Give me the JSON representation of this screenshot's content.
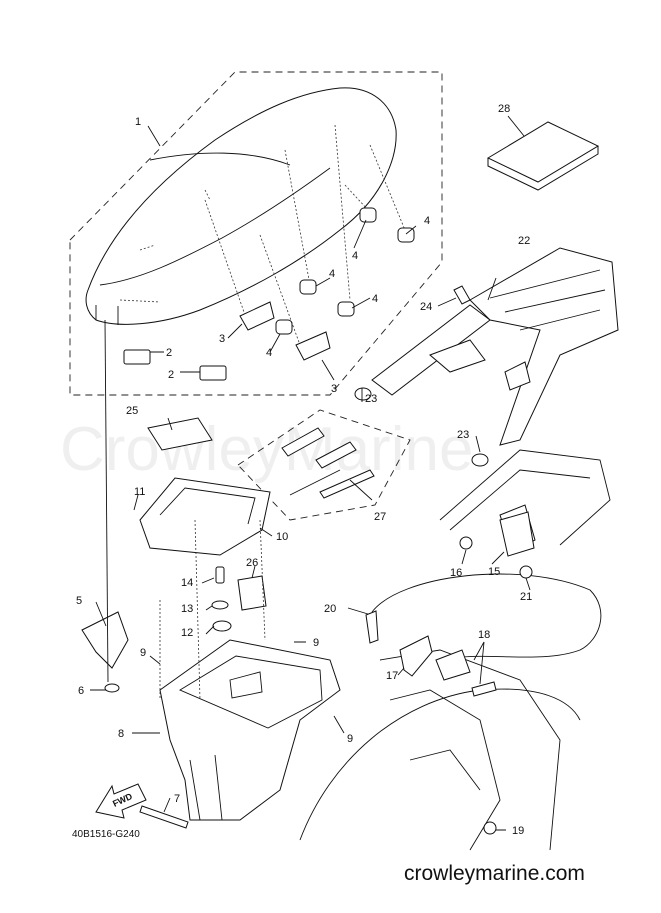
{
  "watermark": "CrowleyMarine",
  "footer": {
    "site": "crowleymarine.com",
    "diagram_code": "40B1516-G240",
    "fwd_label": "FWD"
  },
  "callouts": {
    "c1": "1",
    "c2a": "2",
    "c2b": "2",
    "c3a": "3",
    "c3b": "3",
    "c4a": "4",
    "c4b": "4",
    "c4c": "4",
    "c4d": "4",
    "c4e": "4",
    "c5": "5",
    "c6": "6",
    "c7": "7",
    "c8": "8",
    "c9a": "9",
    "c9b": "9",
    "c9c": "9",
    "c10": "10",
    "c11": "11",
    "c12": "12",
    "c13": "13",
    "c14": "14",
    "c15": "15",
    "c16": "16",
    "c17": "17",
    "c18": "18",
    "c19": "19",
    "c20": "20",
    "c21": "21",
    "c22": "22",
    "c23a": "23",
    "c23b": "23",
    "c24": "24",
    "c25": "25",
    "c26": "26",
    "c27": "27",
    "c28": "28"
  }
}
